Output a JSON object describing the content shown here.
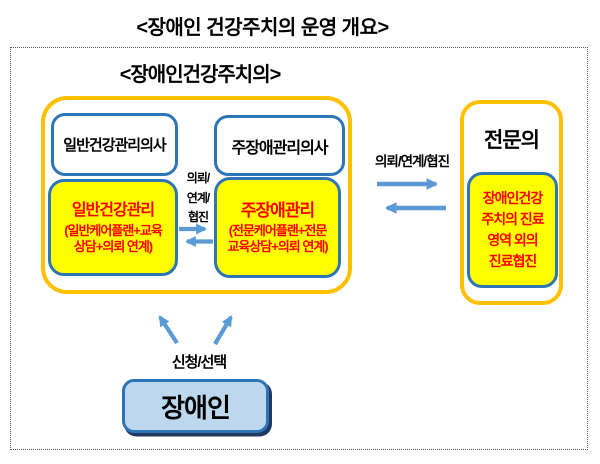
{
  "page": {
    "title": "<장애인 건강주치의 운영 개요>"
  },
  "main_group": {
    "header": "<장애인건강주치의>",
    "general_doctor": {
      "title": "일반건강관리의사"
    },
    "general_care": {
      "title": "일반건강관리",
      "detail_lines": [
        "(일반케어플랜+교육",
        "상담+의뢰 연계)"
      ]
    },
    "primary_disability_doctor": {
      "title": "주장애관리의사"
    },
    "primary_disability_care": {
      "title": "주장애관리",
      "detail_lines": [
        "(전문케어플랜+전문",
        "교육상담+의뢰 연계)"
      ]
    },
    "inner_relation_lines": [
      "의뢰/",
      "연계/",
      "협진"
    ]
  },
  "specialist": {
    "title": "전문의",
    "relation_label": "의뢰/연계/협진",
    "care_lines": [
      "장애인건강",
      "주치의 진료",
      "영역 외의",
      "진료협진"
    ]
  },
  "patient": {
    "action_label": "신청/선택",
    "label": "장애인"
  },
  "colors": {
    "group_border": "#FFC000",
    "box_border": "#2E75B6",
    "highlight_fill": "#FFFF00",
    "highlight_text": "#FF0000",
    "arrow": "#5B9BD5",
    "patient_fill": "#BDD7EE"
  }
}
